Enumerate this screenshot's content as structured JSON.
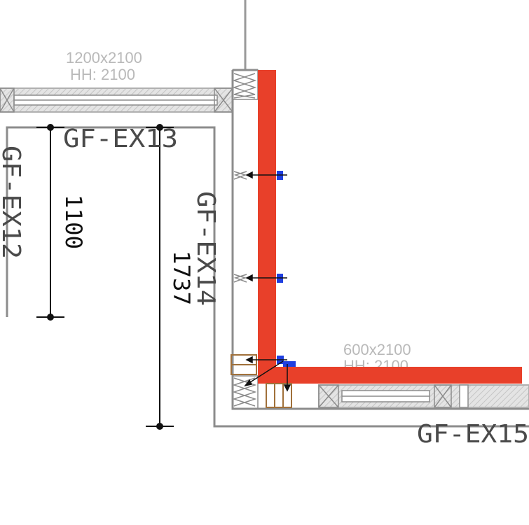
{
  "drawing": {
    "labels": {
      "ex13": "GF-EX13",
      "ex12": "GF-EX12",
      "ex14": "GF-EX14",
      "ex15": "GF-EX15"
    },
    "windows": {
      "top": {
        "size": "1200x2100",
        "head_height": "HH: 2100"
      },
      "bottom": {
        "size": "600x2100",
        "head_height": "HH: 2100"
      }
    },
    "dimensions": {
      "d1100": "1100",
      "d1737": "1737"
    },
    "colors": {
      "wall_red": "#e8402a",
      "marker_blue": "#1f3fe0",
      "wall_grey": "#8c8c8c",
      "hatch": "#c8c8c8",
      "brown": "#a0703a"
    }
  }
}
